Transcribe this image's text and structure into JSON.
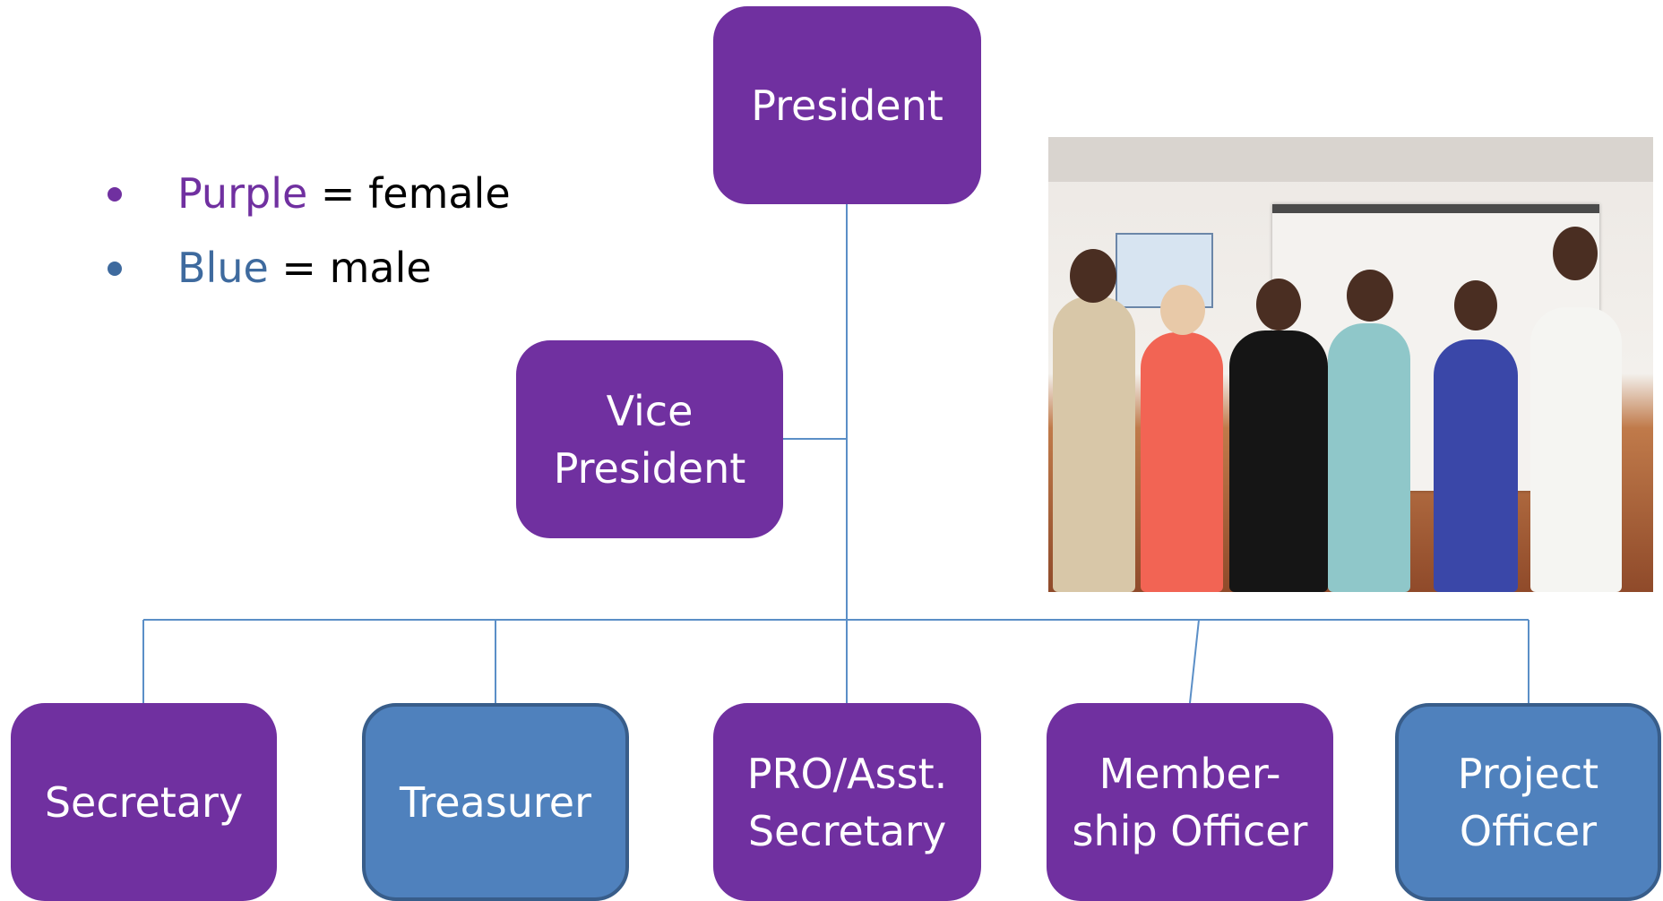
{
  "legend": [
    {
      "label": "Purple",
      "suffix": " = female",
      "color": "#7030a0"
    },
    {
      "label": "Blue",
      "suffix": " = male",
      "color": "#3e6a9e"
    }
  ],
  "nodes": {
    "president": {
      "line1": "President",
      "gender": "female"
    },
    "vice_president": {
      "line1": "Vice",
      "line2": "President",
      "gender": "female"
    },
    "secretary": {
      "line1": "Secretary",
      "gender": "female"
    },
    "treasurer": {
      "line1": "Treasurer",
      "gender": "male"
    },
    "pro_asst_secretary": {
      "line1": "PRO/Asst.",
      "line2": "Secretary",
      "gender": "female"
    },
    "membership_officer": {
      "line1": "Member-",
      "line2": "ship Officer",
      "gender": "female"
    },
    "project_officer": {
      "line1": "Project",
      "line2": "Officer",
      "gender": "male"
    }
  },
  "colors": {
    "female": "#7030a0",
    "male": "#4f81bd",
    "male_border": "#385d8a",
    "connector": "#5b8fc7"
  }
}
